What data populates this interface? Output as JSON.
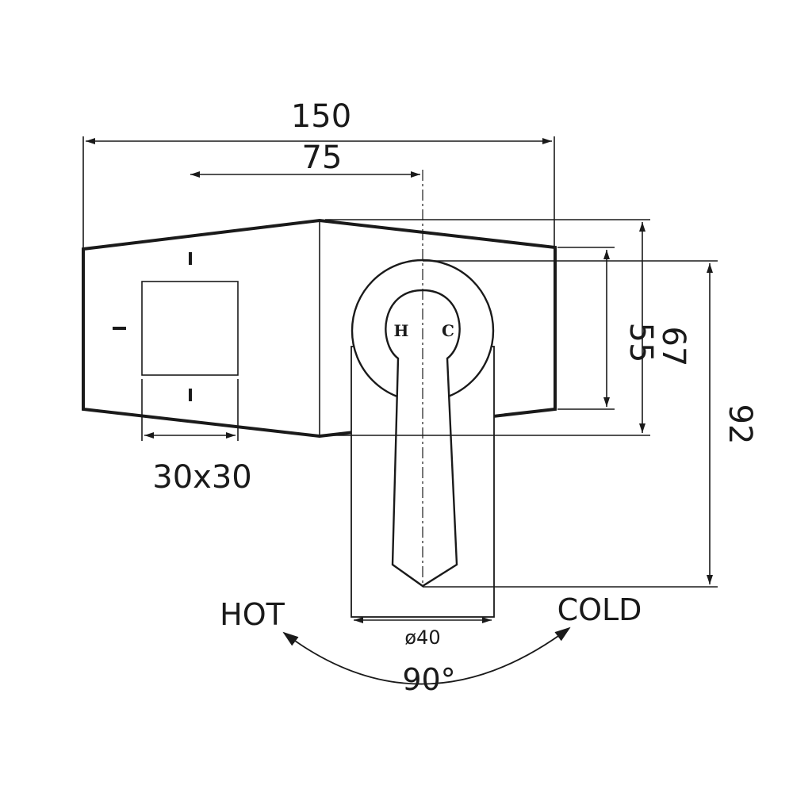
{
  "dimensions": {
    "overall_width": "150",
    "center_offset": "75",
    "square_size": "30x30",
    "inner_height": "55",
    "outer_height": "67",
    "total_height": "92",
    "rosette_diameter": "ø40",
    "rotation_angle": "90°"
  },
  "labels": {
    "hot": "HOT",
    "cold": "COLD",
    "h_mark": "H",
    "c_mark": "C"
  }
}
